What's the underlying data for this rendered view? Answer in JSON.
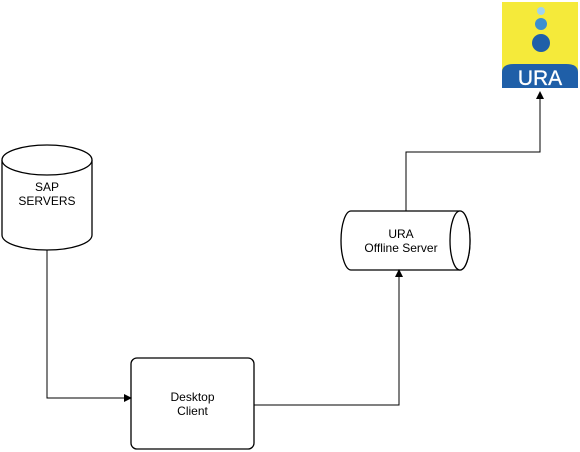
{
  "nodes": {
    "sap": {
      "line1": "SAP",
      "line2": "SERVERS"
    },
    "desktop": {
      "line1": "Desktop",
      "line2": "Client"
    },
    "ura_server": {
      "line1": "URA",
      "line2": "Offline Server"
    },
    "logo": {
      "text": "URA"
    }
  },
  "colors": {
    "stroke": "#000000",
    "logo_yellow": "#f5ea3a",
    "logo_blue": "#1f5fa8",
    "logo_light_blue": "#9fd3ef",
    "logo_mid_blue": "#3b8fd1"
  }
}
